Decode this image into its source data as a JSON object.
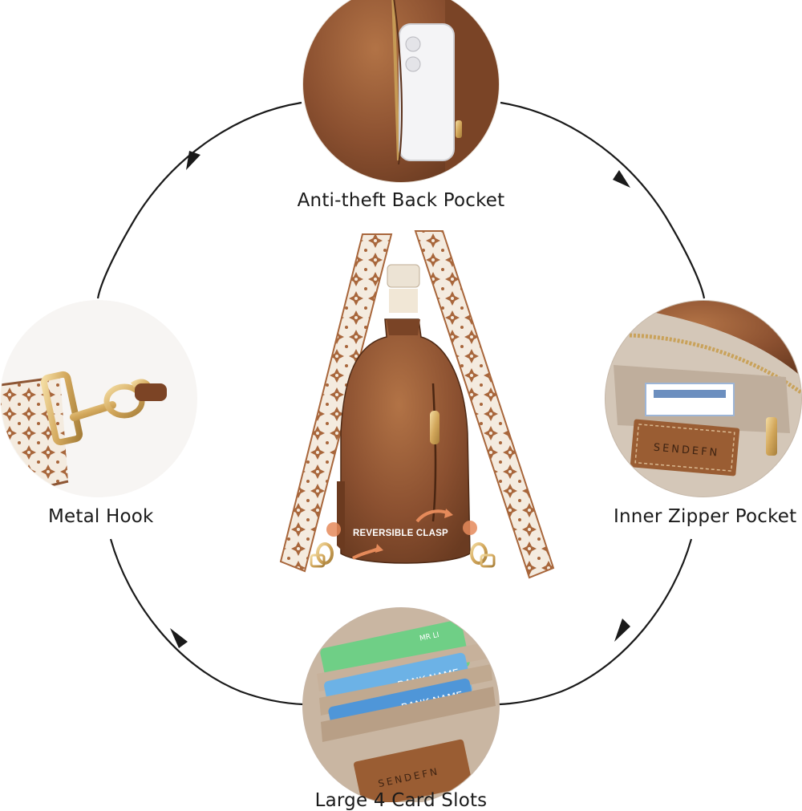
{
  "labels": {
    "top": "Anti-theft Back Pocket",
    "left": "Metal Hook",
    "right": "Inner Zipper Pocket",
    "bottom": "Large 4 Card Slots"
  },
  "bag": {
    "clasp_label": "REVERSIBLE CLASP"
  },
  "cards": {
    "card1_text": "MR LI",
    "card2_text": "BANK NAME",
    "card3_text": "BANK NAME"
  },
  "brand_patch": "SENDEFN",
  "colors": {
    "leather": "#8a4f2c",
    "leather_light": "#b0703e",
    "strap_cream": "#f3e9dc",
    "strap_pattern": "#a8663b",
    "gold": "#d9b36a",
    "ring_line": "#1a1a1a"
  }
}
